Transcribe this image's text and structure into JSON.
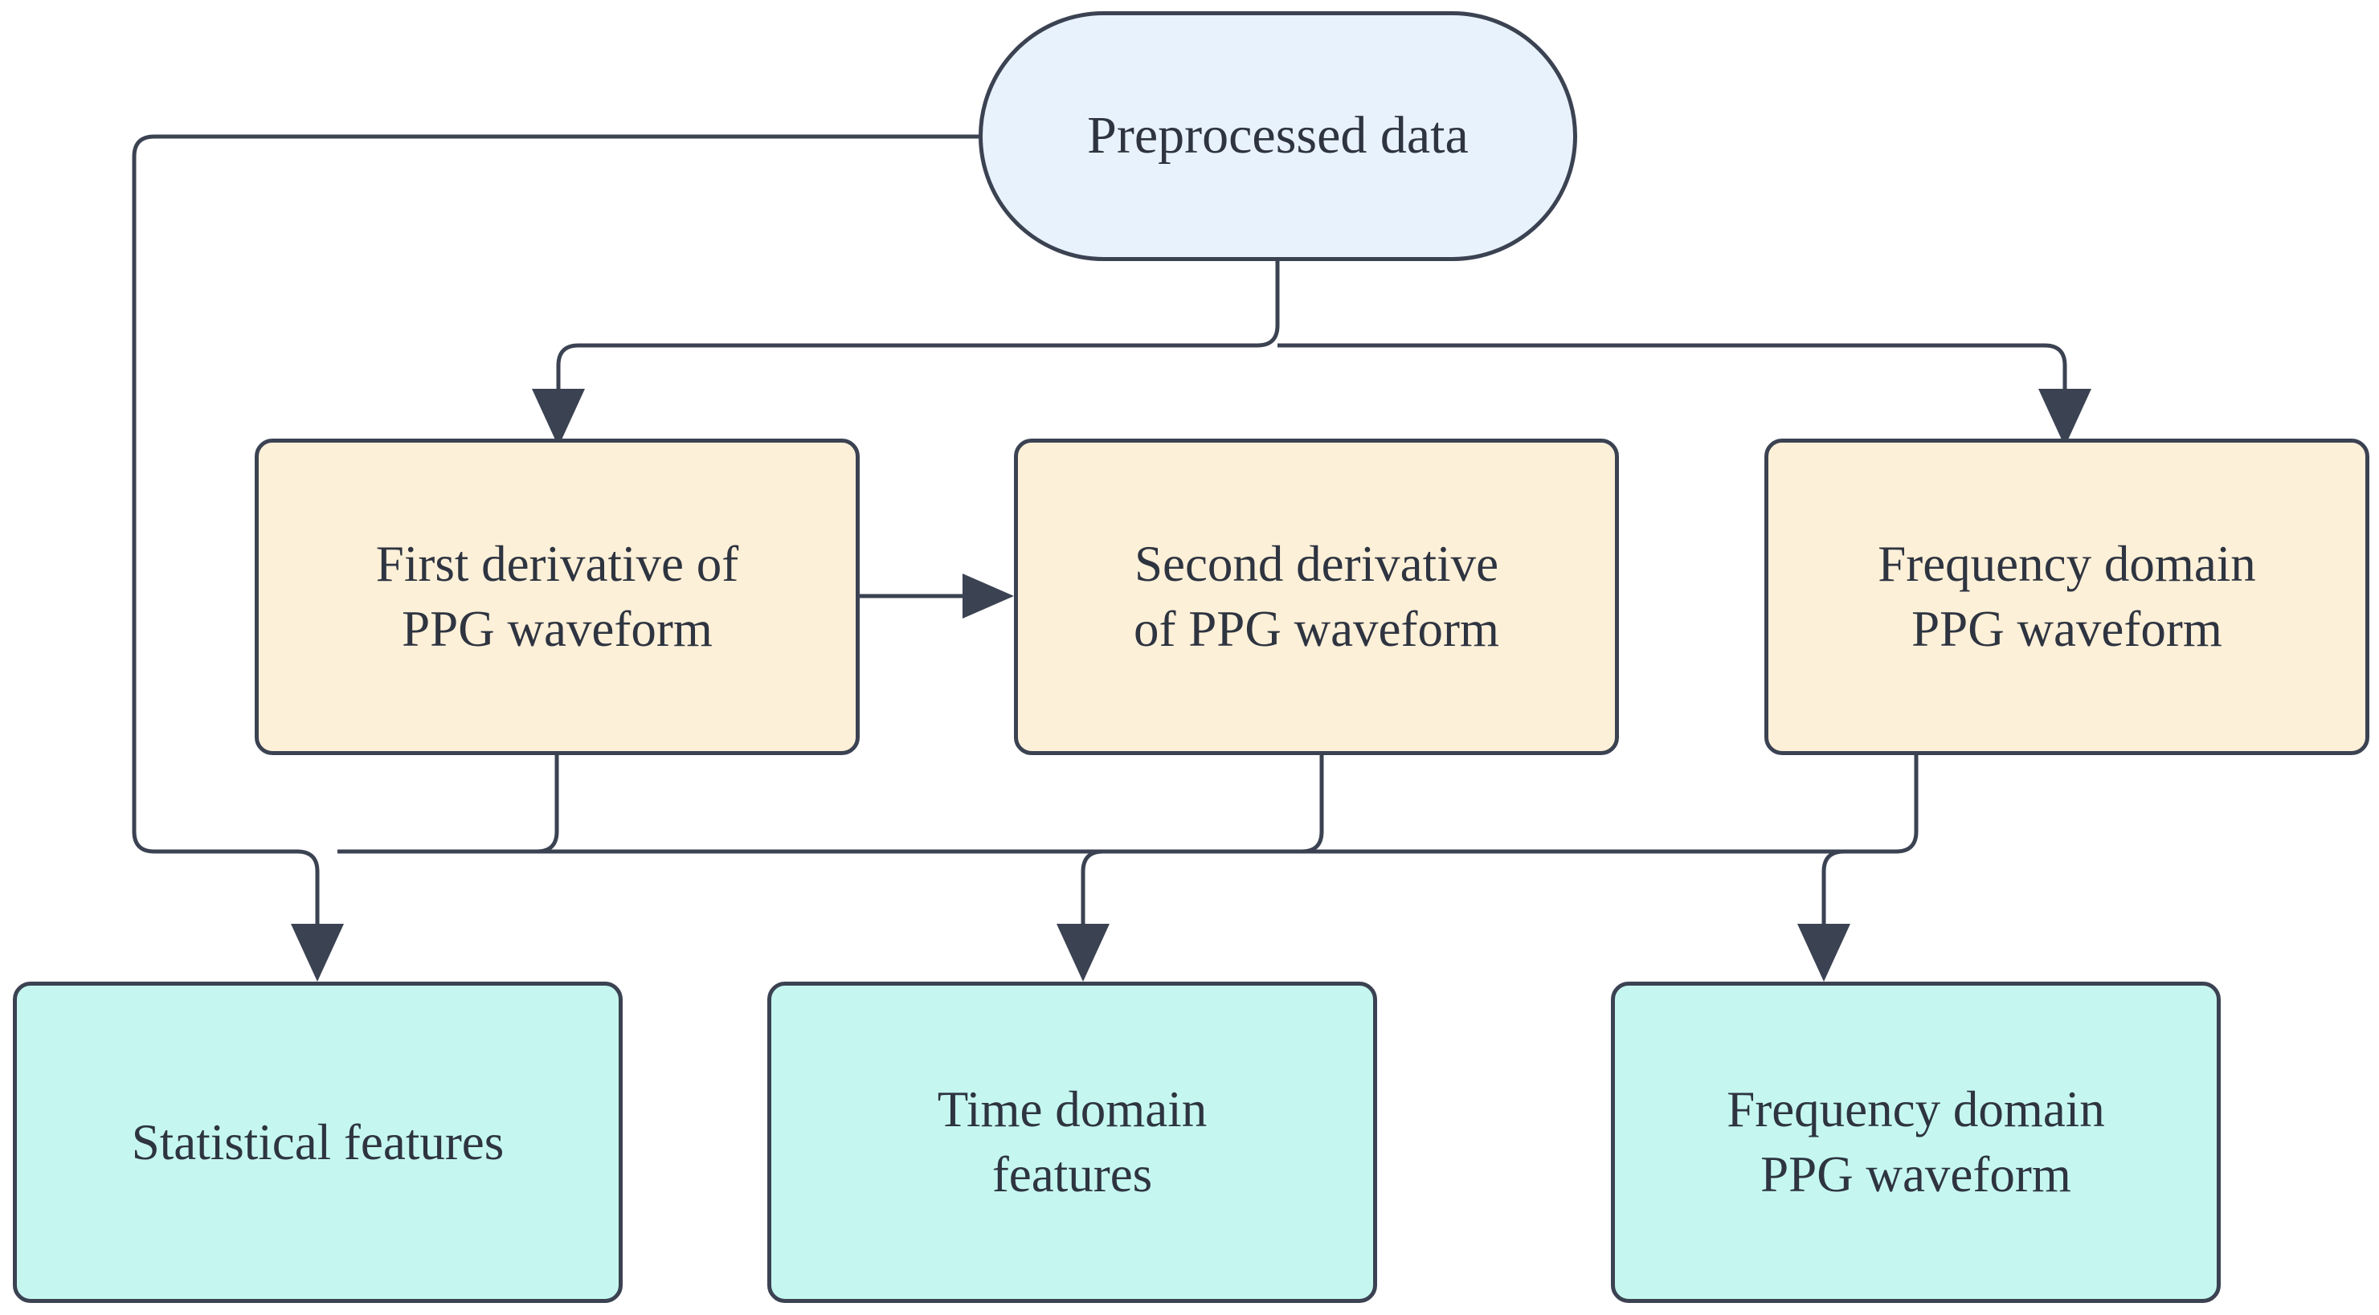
{
  "diagram": {
    "title": "PPG feature extraction flowchart",
    "background_color": "#ffffff",
    "edge_color": "#3b4252",
    "text_color": "#2e3440",
    "nodes": [
      {
        "id": "preprocessed-data",
        "label": "Preprocessed data",
        "shape": "stadium",
        "fill": "#e8f2fc",
        "border": "#3b4252"
      },
      {
        "id": "first-derivative",
        "label": "First derivative of\nPPG waveform",
        "shape": "rounded-rect",
        "fill": "#fdf0d8",
        "border": "#3b4252"
      },
      {
        "id": "second-derivative",
        "label": "Second derivative\nof PPG waveform",
        "shape": "rounded-rect",
        "fill": "#fdf0d8",
        "border": "#3b4252"
      },
      {
        "id": "frequency-domain-waveform",
        "label": "Frequency domain\nPPG waveform",
        "shape": "rounded-rect",
        "fill": "#fdf0d8",
        "border": "#3b4252"
      },
      {
        "id": "statistical-features",
        "label": "Statistical features",
        "shape": "rounded-rect",
        "fill": "#c5f7f0",
        "border": "#3b4252"
      },
      {
        "id": "time-domain-features",
        "label": "Time domain\nfeatures",
        "shape": "rounded-rect",
        "fill": "#c5f7f0",
        "border": "#3b4252"
      },
      {
        "id": "frequency-domain-features",
        "label": "Frequency domain\nPPG waveform",
        "shape": "rounded-rect",
        "fill": "#c5f7f0",
        "border": "#3b4252"
      }
    ],
    "edges": [
      {
        "from": "preprocessed-data",
        "to": "statistical-features",
        "arrow": true
      },
      {
        "from": "preprocessed-data",
        "to": "first-derivative",
        "arrow": true
      },
      {
        "from": "preprocessed-data",
        "to": "frequency-domain-waveform",
        "arrow": true
      },
      {
        "from": "first-derivative",
        "to": "second-derivative",
        "arrow": true
      },
      {
        "from": "first-derivative",
        "to": "statistical-features",
        "arrow": true
      },
      {
        "from": "second-derivative",
        "to": "time-domain-features",
        "arrow": true
      },
      {
        "from": "frequency-domain-waveform",
        "to": "frequency-domain-features",
        "arrow": true
      }
    ]
  }
}
